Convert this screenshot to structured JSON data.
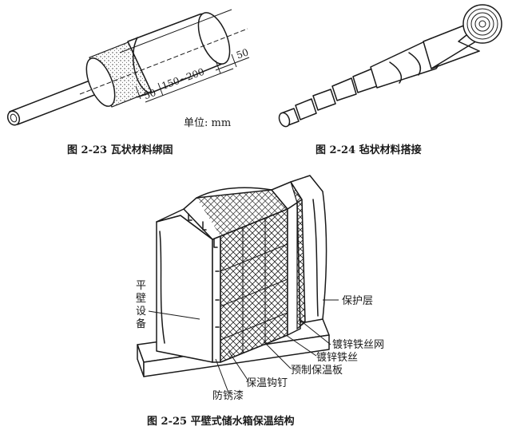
{
  "figure_23": {
    "dim_150_200": "150~200",
    "dim_50_right": "50",
    "dim_50_left": "50",
    "unit": "单位: mm",
    "caption": "图 2-23   瓦状材料绑固"
  },
  "figure_24": {
    "caption": "图 2-24   毡状材料搭接"
  },
  "figure_25": {
    "label_wall_equipment": [
      "平",
      "壁",
      "设",
      "备"
    ],
    "label_protective_layer": "保护层",
    "label_galvanized_mesh": "镀锌铁丝网",
    "label_galvanized_wire": "镀锌铁丝",
    "label_prefab_board": "预制保温板",
    "label_hook_nail": "保温钩钉",
    "label_antirust": "防锈漆",
    "caption": "图 2-25   平壁式储水箱保温结构"
  }
}
